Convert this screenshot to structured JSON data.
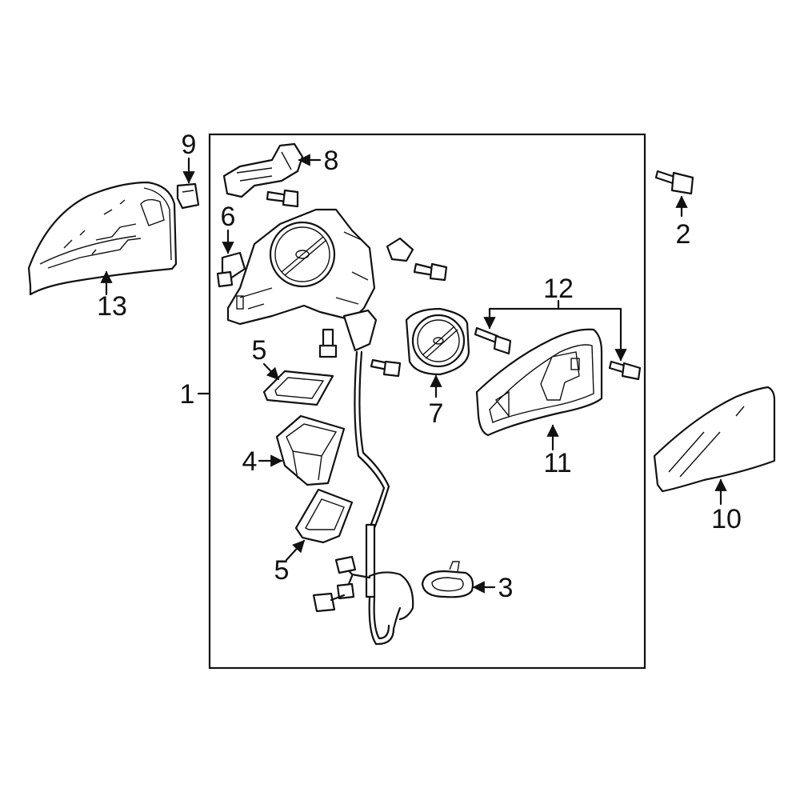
{
  "diagram": {
    "callouts": {
      "c1": "1",
      "c2": "2",
      "c3": "3",
      "c4": "4",
      "c5a": "5",
      "c5b": "5",
      "c6": "6",
      "c7": "7",
      "c8": "8",
      "c9": "9",
      "c10": "10",
      "c11": "11",
      "c12": "12",
      "c13": "13"
    },
    "colors": {
      "highlight": "#2f4fd6",
      "line": "#111111",
      "background": "#ffffff"
    }
  }
}
